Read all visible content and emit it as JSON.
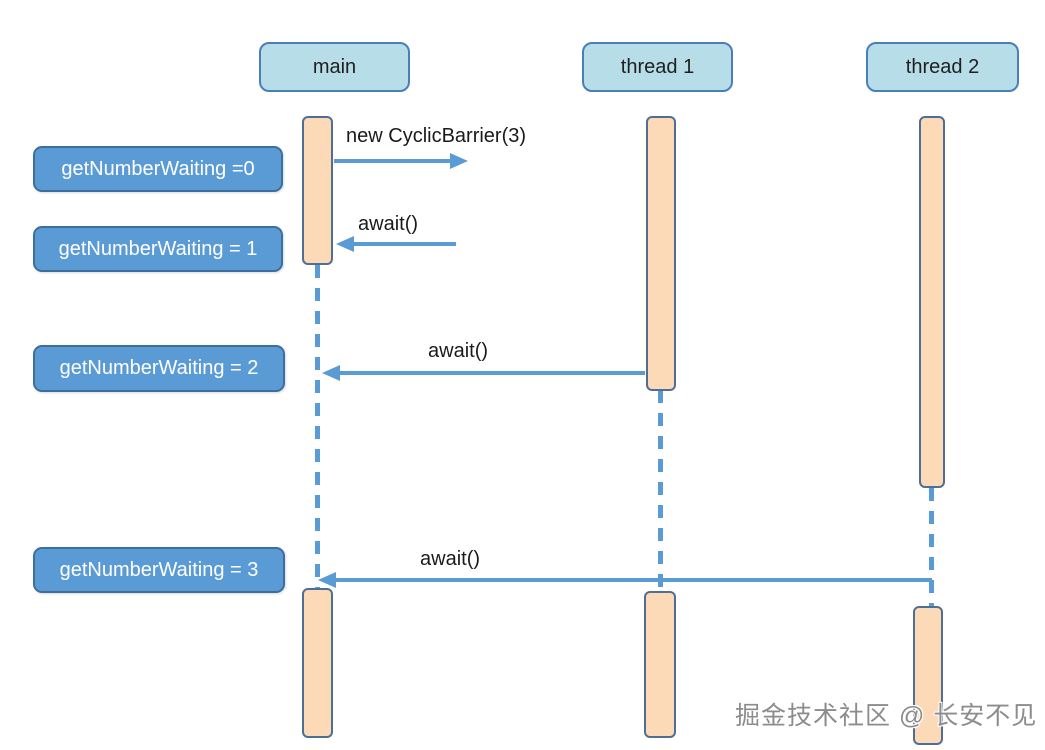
{
  "diagram": {
    "type": "sequence-diagram",
    "lifelines": [
      {
        "label": "main"
      },
      {
        "label": "thread 1"
      },
      {
        "label": "thread 2"
      }
    ],
    "messages": [
      {
        "label": "new CyclicBarrier(3)",
        "from": "main",
        "direction": "right"
      },
      {
        "label": "await()",
        "from": "main",
        "direction": "left"
      },
      {
        "label": "await()",
        "from": "thread 1",
        "direction": "left"
      },
      {
        "label": "await()",
        "from": "thread 2",
        "direction": "left"
      }
    ],
    "state_labels": [
      {
        "text": "getNumberWaiting =0"
      },
      {
        "text": "getNumberWaiting = 1"
      },
      {
        "text": "getNumberWaiting = 2"
      },
      {
        "text": "getNumberWaiting = 3"
      }
    ],
    "watermark": "掘金技术社区 @ 长安不见",
    "colors": {
      "header_fill": "#b7dde9",
      "header_border": "#4a7ebb",
      "activation_fill": "#fcd9b7",
      "activation_border": "#4f6e95",
      "label_fill": "#5b9bd5",
      "label_border": "#3d6e9e",
      "arrow": "#5b9bd5",
      "lifeline": "#5b9bd5",
      "watermark_color": "#8c8c8c"
    }
  }
}
